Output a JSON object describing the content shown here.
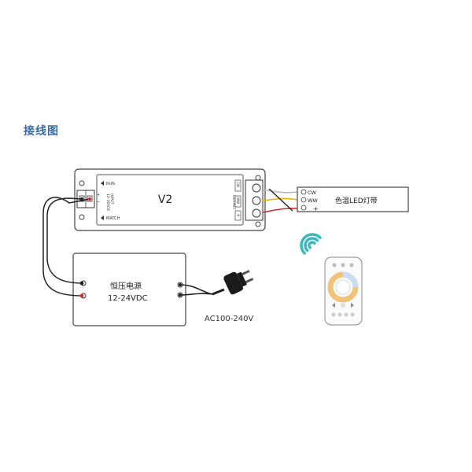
{
  "heading": "接线图",
  "controller": {
    "model": "V2",
    "run": "RUN",
    "input": "INPUT",
    "input_range": "12-36VDC",
    "match": "MATCH",
    "output": "OUTPUT",
    "out_labels": [
      "CW",
      "WW",
      "+"
    ]
  },
  "power_supply": {
    "title": "恒压电源",
    "spec": "12-24VDC",
    "ac": "AC100-240V"
  },
  "led_strip": {
    "label": "色温LED灯带",
    "channels": [
      "CW",
      "WW",
      "+"
    ]
  },
  "colors": {
    "heading": "#3b6aa6",
    "wire_red": "#d62b2b",
    "wire_black": "#222222",
    "wire_yellow": "#e8b400",
    "wire_white": "#bbbbbb",
    "wifi": "#3bb7bf"
  },
  "icons": [
    "wifi-icon",
    "remote-control-icon",
    "power-plug-icon"
  ]
}
